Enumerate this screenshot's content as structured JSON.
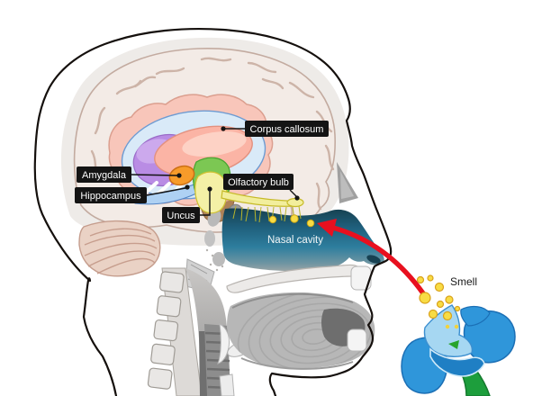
{
  "title": "Olfactory system - human head sagittal diagram",
  "labels": {
    "corpus_callosum": "Corpus callosum",
    "olfactory_bulb": "Olfactory bulb",
    "amygdala": "Amygdala",
    "hippocampus": "Hippocampus",
    "uncus": "Uncus",
    "nasal_cavity": "Nasal cavity",
    "smell": "Smell"
  },
  "colors": {
    "label_bg": "#141414",
    "label_text": "#ffffff",
    "arrow_red": "#e8101f",
    "scent_yellow": "#f8dc45",
    "scent_outline": "#d9a21a",
    "flower_blue": "#2f96da",
    "flower_blue_dark": "#1b6fb5",
    "flower_blue_light": "#a6d7f2",
    "stem_green": "#1d9e3c",
    "brain_beige": "#f3ebe6",
    "sulci": "#cdb4a8",
    "limbic_pink": "#f8c6ba",
    "thalamus_salmon": "#fbb4a5",
    "hypothalamus_purple": "#b98ce4",
    "midbrain_green": "#7cc753",
    "amygdala_orange": "#f79b2a",
    "uncus_yellow": "#f4f0a6",
    "corpus_callosum_blue": "#d9eaf8",
    "hippocampus_blue": "#aed1f3",
    "olfactory_yellow": "#f2ee9c",
    "nasal_text": "#f2f6f7"
  }
}
